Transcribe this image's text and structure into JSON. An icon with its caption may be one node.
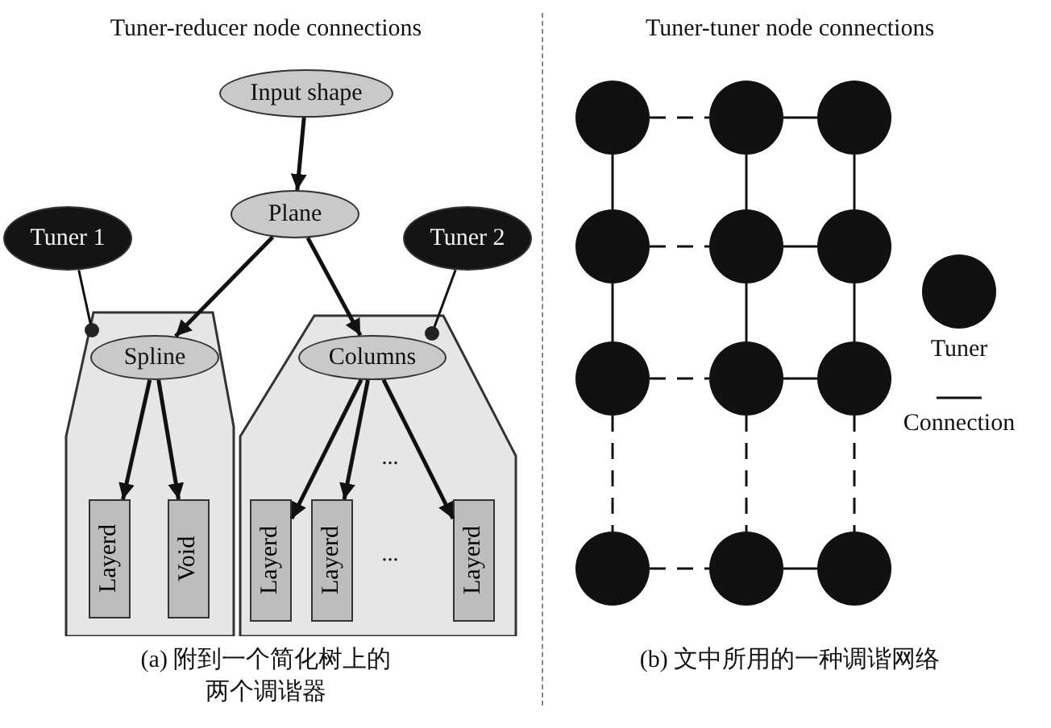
{
  "diagram": {
    "nodes": [
      {
        "text": [
          "Input shape"
        ]
      },
      {
        "text": [
          "Plane"
        ]
      },
      {
        "text": [
          "Tuner 1"
        ]
      },
      {
        "text": [
          "Tuner 2"
        ]
      },
      {
        "text": [],
        "shape": "box"
      },
      {
        "text": [
          "Spline"
        ],
        "in": 4
      },
      {
        "text": [
          "Layerd"
        ],
        "in": 4
      },
      {
        "text": [
          "Void"
        ],
        "in": 4
      },
      {
        "text": [],
        "shape": "box"
      },
      {
        "text": [
          "Columns"
        ],
        "in": 8
      },
      {
        "text": [
          "Layerd"
        ],
        "in": 8
      },
      {
        "text": [
          "Layerd"
        ],
        "in": 8
      },
      {
        "text": [
          "Layerd"
        ],
        "in": 8
      },
      {
        "text": [],
        "shape": "circle"
      },
      {
        "text": [],
        "shape": "circle"
      },
      {
        "text": [],
        "shape": "circle"
      },
      {
        "text": [],
        "shape": "circle"
      },
      {
        "text": [],
        "shape": "circle"
      },
      {
        "text": [],
        "shape": "circle"
      },
      {
        "text": [],
        "shape": "circle"
      },
      {
        "text": [],
        "shape": "circle"
      },
      {
        "text": [],
        "shape": "circle"
      },
      {
        "text": [],
        "shape": "circle"
      },
      {
        "text": [],
        "shape": "circle"
      },
      {
        "text": [],
        "shape": "circle"
      }
    ],
    "edges": [
      {
        "from": 0,
        "to": 1,
        "arrow": "to"
      },
      {
        "from": 1,
        "to": 5,
        "arrow": "to"
      },
      {
        "from": 1,
        "to": 9,
        "arrow": "to"
      },
      {
        "from": 2,
        "to": 4,
        "arrow": "other"
      },
      {
        "from": 3,
        "to": 8,
        "arrow": "other"
      },
      {
        "from": 5,
        "to": 6,
        "arrow": "to"
      },
      {
        "from": 5,
        "to": 7,
        "arrow": "to"
      },
      {
        "from": 9,
        "to": 10,
        "arrow": "to"
      },
      {
        "from": 9,
        "to": 11,
        "arrow": "to"
      },
      {
        "from": 9,
        "to": 12,
        "arrow": "to"
      },
      {
        "from": 13,
        "to": 14,
        "arrow": "none",
        "style": "dashed"
      },
      {
        "from": 14,
        "to": 15,
        "arrow": "none"
      },
      {
        "from": 16,
        "to": 17,
        "arrow": "none",
        "style": "dashed"
      },
      {
        "from": 17,
        "to": 18,
        "arrow": "none"
      },
      {
        "from": 19,
        "to": 20,
        "arrow": "none",
        "style": "dashed"
      },
      {
        "from": 20,
        "to": 21,
        "arrow": "none"
      },
      {
        "from": 22,
        "to": 23,
        "arrow": "none",
        "style": "dashed"
      },
      {
        "from": 23,
        "to": 24,
        "arrow": "none"
      },
      {
        "from": 13,
        "to": 16,
        "arrow": "none"
      },
      {
        "from": 14,
        "to": 17,
        "arrow": "none"
      },
      {
        "from": 15,
        "to": 18,
        "arrow": "none"
      },
      {
        "from": 16,
        "to": 19,
        "arrow": "none"
      },
      {
        "from": 17,
        "to": 20,
        "arrow": "none"
      },
      {
        "from": 18,
        "to": 21,
        "arrow": "none"
      },
      {
        "from": 19,
        "to": 22,
        "arrow": "none",
        "style": "dashed"
      },
      {
        "from": 20,
        "to": 23,
        "arrow": "none",
        "style": "dashed"
      },
      {
        "from": 21,
        "to": 24,
        "arrow": "none",
        "style": "dashed"
      }
    ],
    "labels": [
      "Tuner-reducer node connections",
      "Tuner-tuner node connections",
      "...",
      "...",
      "(a) 附到一个简化树上的两个调谐器",
      "(b) 文中所用的一种调谐网络"
    ],
    "legend": [
      {
        "text": "Tuner"
      },
      {
        "text": "Connection"
      }
    ]
  }
}
